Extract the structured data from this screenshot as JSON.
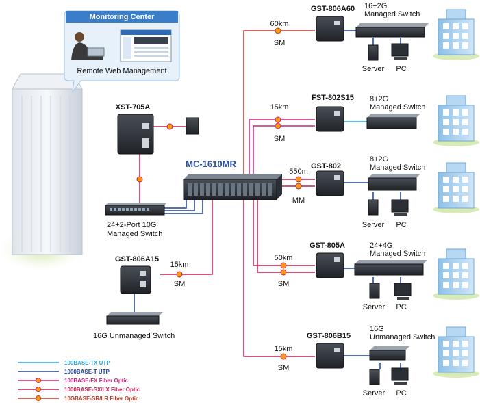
{
  "colors": {
    "tx_utp": "#2aa7d8",
    "t_utp": "#1f3f9a",
    "fx_fiber": "#d0237d",
    "sx_fiber": "#c21f4f",
    "sr_fiber": "#c0392b",
    "sky_bubble": "#e7f1fa",
    "bubble_title": "#3a7dc9"
  },
  "monitoring": {
    "title": "Monitoring Center",
    "caption": "Remote Web Management"
  },
  "center_device": {
    "name": "MC-1610MR"
  },
  "left_devices": {
    "xst": "XST-705A",
    "switch_24": [
      "24+2-Port 10G",
      "Managed Switch"
    ],
    "gst_806a15": "GST-806A15",
    "link_806a15": [
      "15km",
      "SM"
    ],
    "switch_16g": "16G Unmanaged Switch"
  },
  "branches": [
    {
      "device": "GST-806A60",
      "dist": "60km",
      "mode": "SM",
      "switch": [
        "16+2G",
        "Managed Switch"
      ]
    },
    {
      "device": "FST-802S15",
      "dist": "15km",
      "mode": "SM",
      "switch": [
        "8+2G",
        "Managed Switch"
      ]
    },
    {
      "device": "GST-802",
      "dist": "550m",
      "mode": "MM",
      "switch": [
        "8+2G",
        "Managed Switch"
      ]
    },
    {
      "device": "GST-805A",
      "dist": "50km",
      "mode": "SM",
      "switch": [
        "24+4G",
        "Managed Switch"
      ]
    },
    {
      "device": "GST-806B15",
      "dist": "15km",
      "mode": "SM",
      "switch": [
        "16G",
        "Unmanaged Switch"
      ]
    }
  ],
  "endpoints": {
    "server": "Server",
    "pc": "PC"
  },
  "legend": [
    {
      "label": "100BASE-TX UTP",
      "color": "#2aa7d8",
      "dot": false
    },
    {
      "label": "1000BASE-T UTP",
      "color": "#1f3f9a",
      "dot": false
    },
    {
      "label": "100BASE-FX Fiber Optic",
      "color": "#d0237d",
      "dot": true
    },
    {
      "label": "1000BASE-SX/LX Fiber Optic",
      "color": "#c21f4f",
      "dot": true
    },
    {
      "label": "10GBASE-SR/LR Fiber Optic",
      "color": "#c0392b",
      "dot": true
    }
  ]
}
